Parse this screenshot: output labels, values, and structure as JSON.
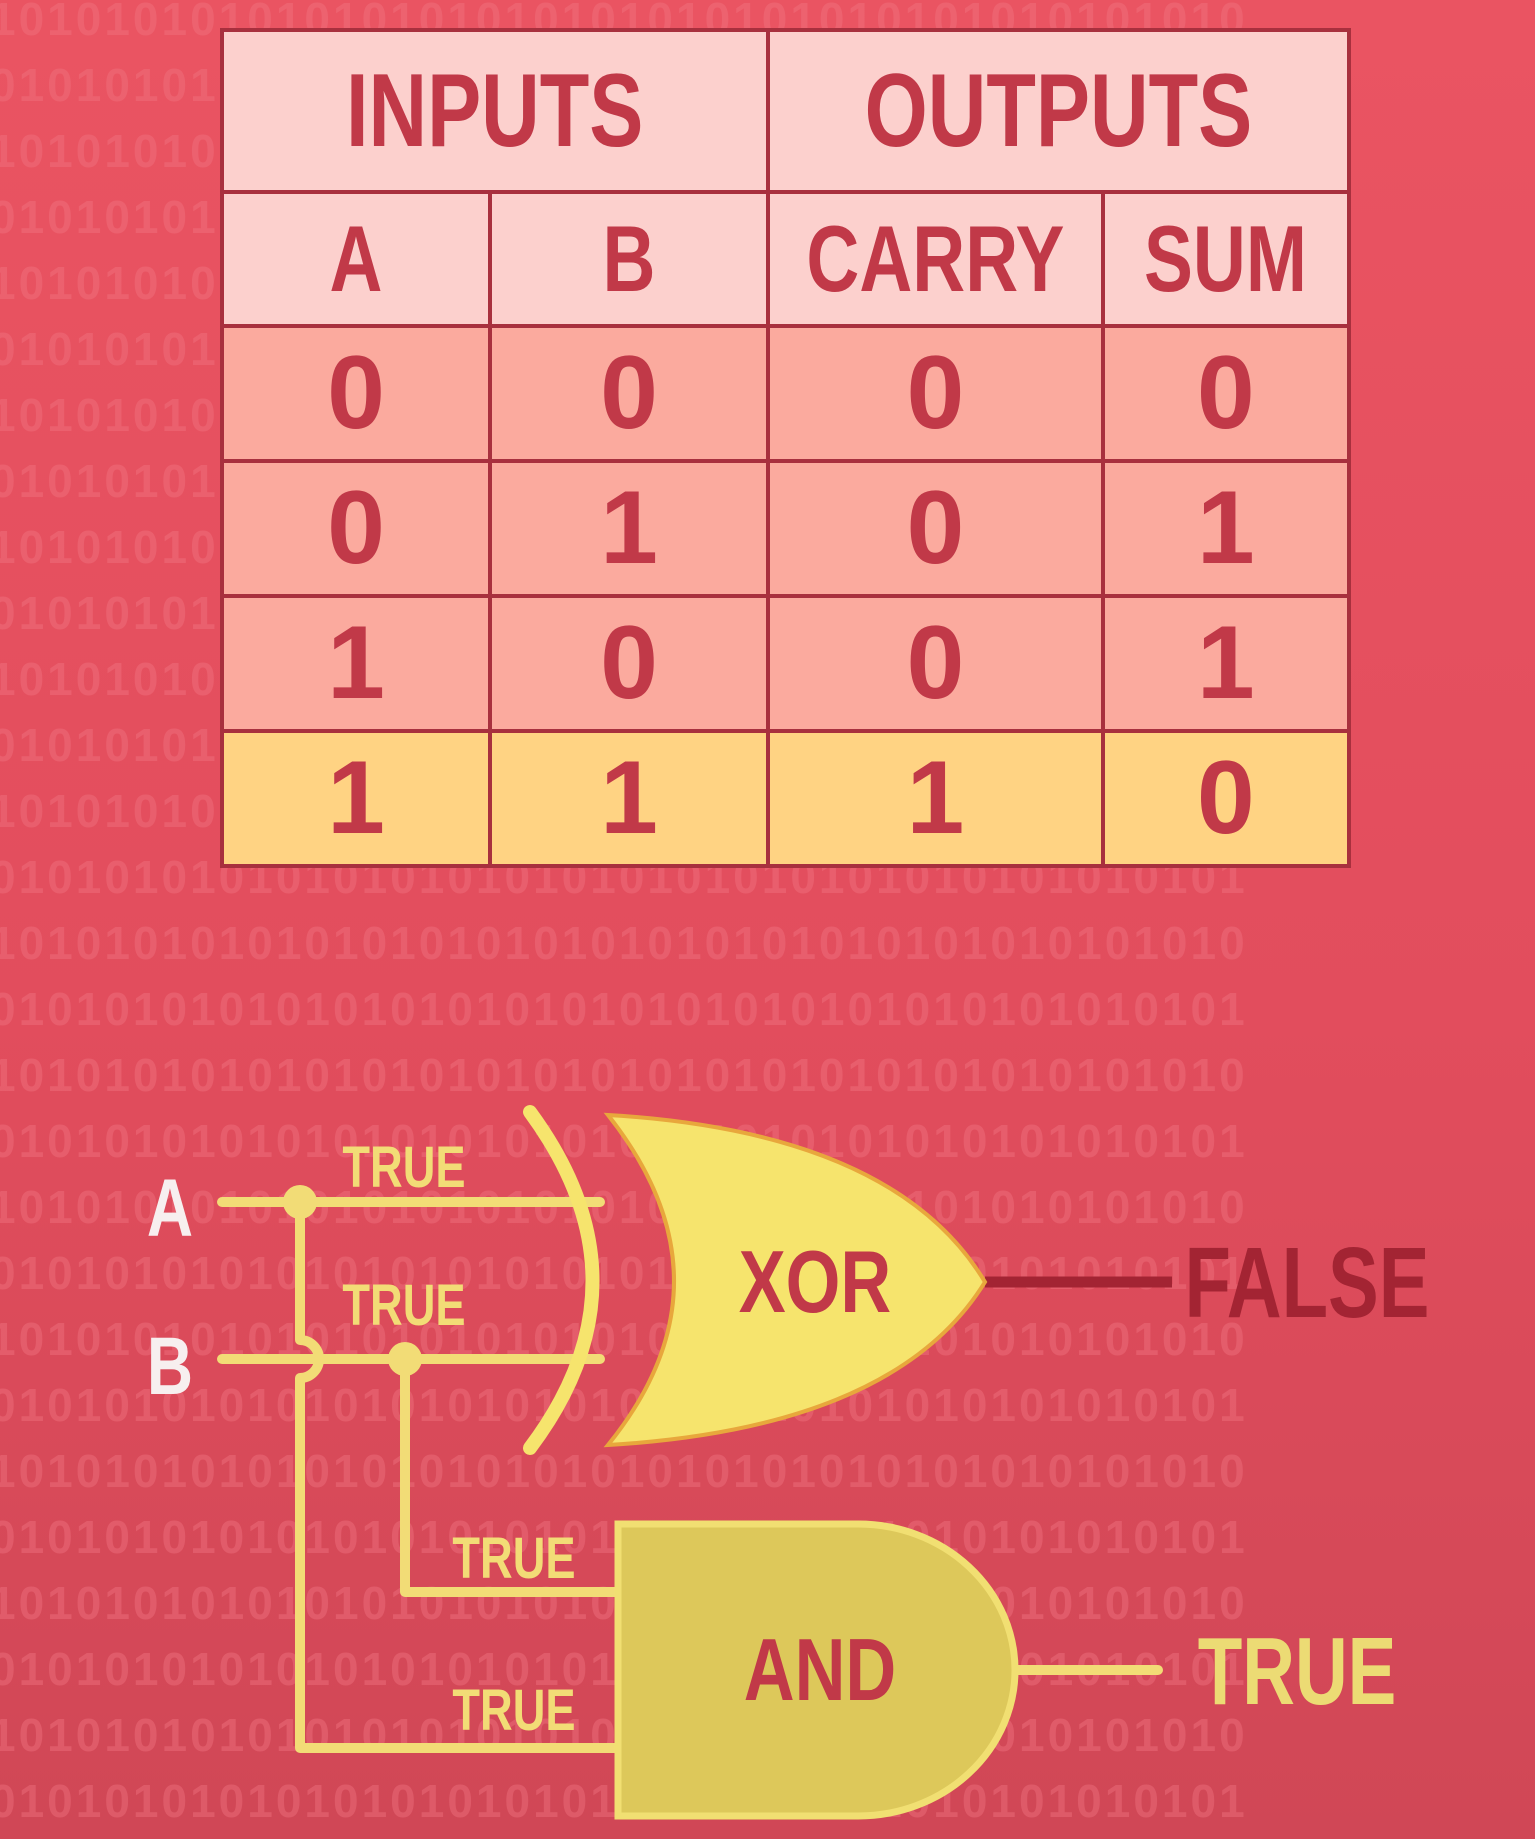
{
  "background_binary": [
    "10101010101010101010101010101010101010101010",
    "01010101010101010101010101010101010101010101",
    "10101010101010101010101010101010101010101010",
    "01010101010101010101010101010101010101010101",
    "10101010101010101010101010101010101010101010",
    "01010101010101010101010101010101010101010101",
    "10101010101010101010101010101010101010101010",
    "01010101010101010101010101010101010101010101",
    "10101010101010101010101010101010101010101010",
    "01010101010101010101010101010101010101010101",
    "10101010101010101010101010101010101010101010",
    "01010101010101010101010101010101010101010101",
    "10101010101010101010101010101010101010101010",
    "01010101010101010101010101010101010101010101",
    "10101010101010101010101010101010101010101010",
    "01010101010101010101010101010101010101010101",
    "10101010101010101010101010101010101010101010",
    "01010101010101010101010101010101010101010101",
    "10101010101010101010101010101010101010101010",
    "01010101010101010101010101010101010101010101",
    "10101010101010101010101010101010101010101010",
    "01010101010101010101010101010101010101010101",
    "10101010101010101010101010101010101010101010",
    "01010101010101010101010101010101010101010101",
    "10101010101010101010101010101010101010101010",
    "01010101010101010101010101010101010101010101",
    "10101010101010101010101010101010101010101010",
    "01010101010101010101010101010101010101010101"
  ],
  "truth_table": {
    "group_headers": {
      "inputs": "INPUTS",
      "outputs": "OUTPUTS"
    },
    "columns": {
      "a": "A",
      "b": "B",
      "carry": "CARRY",
      "sum": "SUM"
    },
    "rows": [
      {
        "a": "0",
        "b": "0",
        "carry": "0",
        "sum": "0"
      },
      {
        "a": "0",
        "b": "1",
        "carry": "0",
        "sum": "1"
      },
      {
        "a": "1",
        "b": "0",
        "carry": "0",
        "sum": "1"
      },
      {
        "a": "1",
        "b": "1",
        "carry": "1",
        "sum": "0"
      }
    ],
    "highlighted_row": 3
  },
  "circuit": {
    "inputs": {
      "a": "A",
      "b": "B"
    },
    "xor_gate": {
      "label": "XOR",
      "input_a_label": "TRUE",
      "input_b_label": "TRUE",
      "output_label": "FALSE"
    },
    "and_gate": {
      "label": "AND",
      "input_a_label": "TRUE",
      "input_b_label": "TRUE",
      "output_label": "TRUE"
    }
  },
  "colors": {
    "background": "#e24d5d",
    "table_header": "#fcd0cd",
    "table_cell": "#fbaa9e",
    "table_highlight": "#ffd383",
    "table_text": "#c13948",
    "gate_fill": "#f6e46d",
    "wire": "#f2dc76",
    "false_text": "#a32433",
    "true_text": "#ecdb74"
  }
}
